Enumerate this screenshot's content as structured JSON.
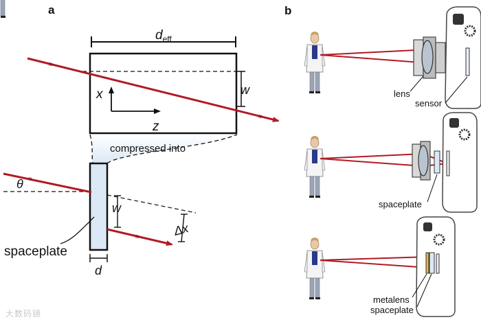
{
  "panel_a": {
    "label": "a",
    "d_eff_main": "d",
    "d_eff_sub": "eff",
    "w_top": "w",
    "axis_x": "x",
    "axis_z": "z",
    "compressed_label": "compressed into",
    "theta": "θ",
    "w_bottom": "w",
    "delta_x": "Δx",
    "spaceplate_label": "spaceplate",
    "d_label": "d"
  },
  "panel_b": {
    "label": "b",
    "top": {
      "lens_label": "lens",
      "sensor_label": "sensor"
    },
    "middle": {
      "spaceplate_label": "spaceplate"
    },
    "bottom": {
      "metalens_label": "metalens",
      "spaceplate_label": "spaceplate"
    }
  },
  "watermark": "大数码镜",
  "colors": {
    "ray": "#b21a24",
    "box_fill": "#dbe8f5",
    "compress_fill": "#dfeaf6",
    "camera_outline": "#444444"
  }
}
